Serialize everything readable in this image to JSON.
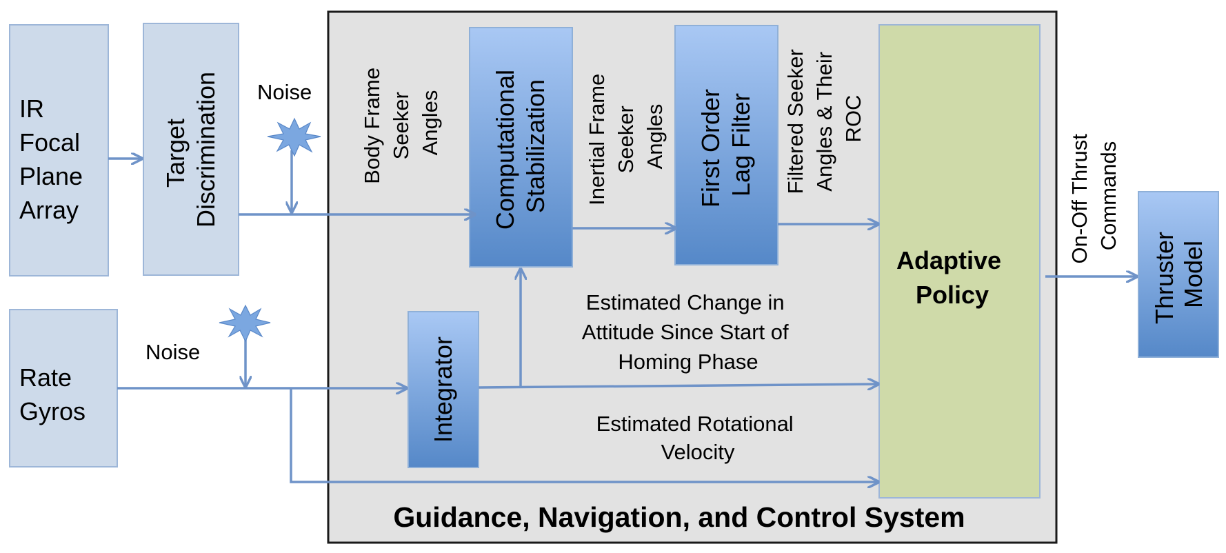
{
  "colors": {
    "light_box": "#cddaea",
    "blue_top": "#a9c8f4",
    "blue_bottom": "#5588c8",
    "policy": "#cfdaa9",
    "system_bg": "#e2e2e2",
    "arrow": "#6f93c8",
    "noise": "#7ba7e0"
  },
  "blocks": {
    "ir": [
      "IR",
      "Focal",
      "Plane",
      "Array"
    ],
    "target": [
      "Target",
      "Discrimination"
    ],
    "gyros": [
      "Rate",
      "Gyros"
    ],
    "comp": [
      "Computational",
      "Stabilization"
    ],
    "filter": [
      "First Order",
      "Lag Filter"
    ],
    "integrator": [
      "Integrator"
    ],
    "policy": [
      "Adaptive",
      "Policy"
    ],
    "thruster": [
      "Thruster",
      "Model"
    ]
  },
  "labels": {
    "noise_top": "Noise",
    "noise_bottom": "Noise",
    "body_frame": [
      "Body Frame",
      "Seeker",
      "Angles"
    ],
    "inertial_frame": [
      "Inertial Frame",
      "Seeker",
      "Angles"
    ],
    "filtered": [
      "Filtered Seeker",
      "Angles & Their",
      "ROC"
    ],
    "estimated_change": [
      "Estimated Change in",
      "Attitude Since Start of",
      "Homing Phase"
    ],
    "estimated_rotational": [
      "Estimated Rotational",
      "Velocity"
    ],
    "on_off": [
      "On-Off Thrust",
      "Commands"
    ],
    "system_title": "Guidance, Navigation, and Control System"
  }
}
